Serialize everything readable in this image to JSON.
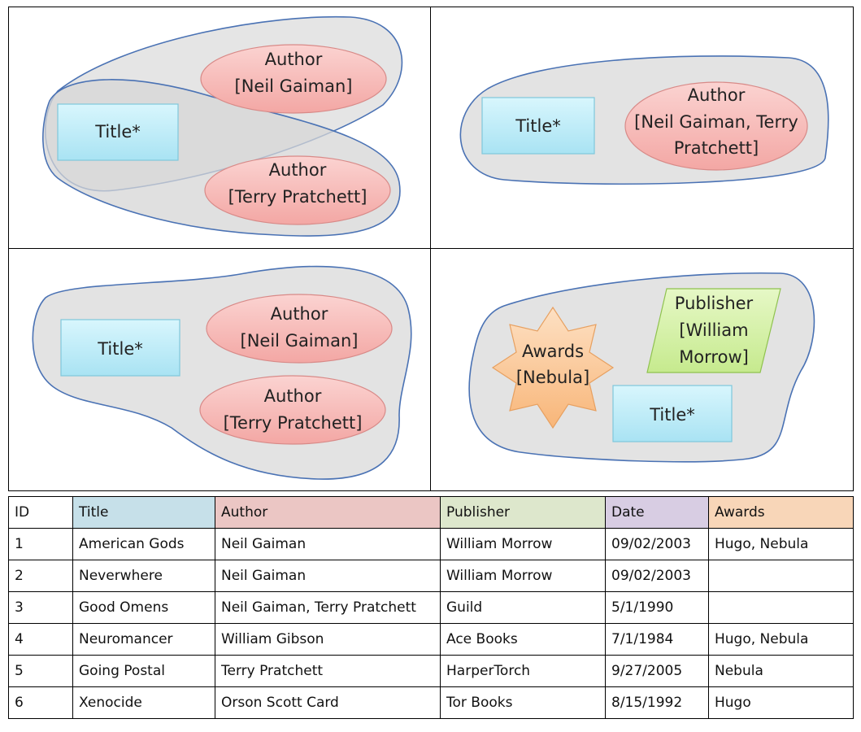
{
  "panels": {
    "p1": {
      "title_box": "Title*",
      "author1": {
        "label": "Author",
        "value": "[Neil Gaiman]"
      },
      "author2": {
        "label": "Author",
        "value": "[Terry Pratchett]"
      }
    },
    "p2": {
      "title_box": "Title*",
      "author": {
        "label": "Author",
        "value_line1": "[Neil Gaiman, Terry",
        "value_line2": "Pratchett]"
      }
    },
    "p3": {
      "title_box": "Title*",
      "author1": {
        "label": "Author",
        "value": "[Neil Gaiman]"
      },
      "author2": {
        "label": "Author",
        "value": "[Terry Pratchett]"
      }
    },
    "p4": {
      "awards": {
        "label": "Awards",
        "value": "[Nebula]"
      },
      "publisher": {
        "label": "Publisher",
        "value_line1": "[William",
        "value_line2": "Morrow]"
      },
      "title_box": "Title*"
    }
  },
  "table": {
    "headers": {
      "id": "ID",
      "title": "Title",
      "author": "Author",
      "publisher": "Publisher",
      "date": "Date",
      "awards": "Awards"
    },
    "rows": [
      {
        "id": "1",
        "title": "American Gods",
        "author": "Neil Gaiman",
        "publisher": "William Morrow",
        "date": "09/02/2003",
        "awards": "Hugo, Nebula"
      },
      {
        "id": "2",
        "title": "Neverwhere",
        "author": "Neil Gaiman",
        "publisher": "William Morrow",
        "date": "09/02/2003",
        "awards": ""
      },
      {
        "id": "3",
        "title": "Good Omens",
        "author": "Neil Gaiman, Terry Pratchett",
        "publisher": "Guild",
        "date": "5/1/1990",
        "awards": ""
      },
      {
        "id": "4",
        "title": "Neuromancer",
        "author": "William Gibson",
        "publisher": "Ace Books",
        "date": "7/1/1984",
        "awards": "Hugo, Nebula"
      },
      {
        "id": "5",
        "title": "Going Postal",
        "author": "Terry Pratchett",
        "publisher": "HarperTorch",
        "date": "9/27/2005",
        "awards": "Nebula"
      },
      {
        "id": "6",
        "title": "Xenocide",
        "author": "Orson Scott Card",
        "publisher": "Tor Books",
        "date": "8/15/1992",
        "awards": "Hugo"
      }
    ]
  },
  "colors": {
    "blob_fill": "#e6e6e6",
    "blob_stroke": "#4a72b4",
    "title_fill": "#bfeef8",
    "author_fill": "#f6b9b7",
    "publisher_fill": "#d3f0a5",
    "awards_fill": "#fbc99b"
  }
}
